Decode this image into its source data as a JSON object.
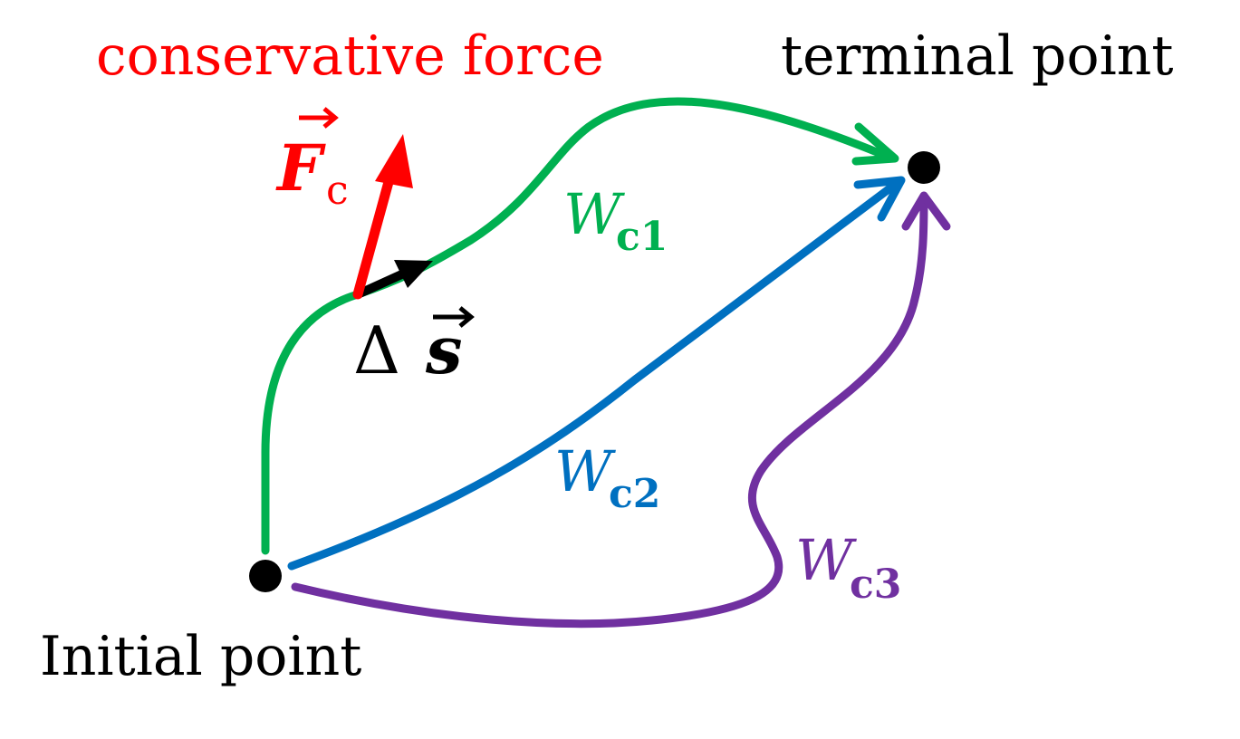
{
  "labels": {
    "force_title": "conservative force",
    "terminal": "terminal point",
    "initial": "Initial point",
    "force_symbol": "F",
    "force_subscript": "c",
    "displacement_delta": "Δ",
    "displacement_symbol": "s",
    "work1_symbol": "W",
    "work1_subscript": "c1",
    "work2_symbol": "W",
    "work2_subscript": "c2",
    "work3_symbol": "W",
    "work3_subscript": "c3"
  },
  "colors": {
    "force": "#ff0000",
    "path1": "#00b050",
    "path2": "#0070c0",
    "path3": "#7030a0",
    "points": "#000000"
  }
}
